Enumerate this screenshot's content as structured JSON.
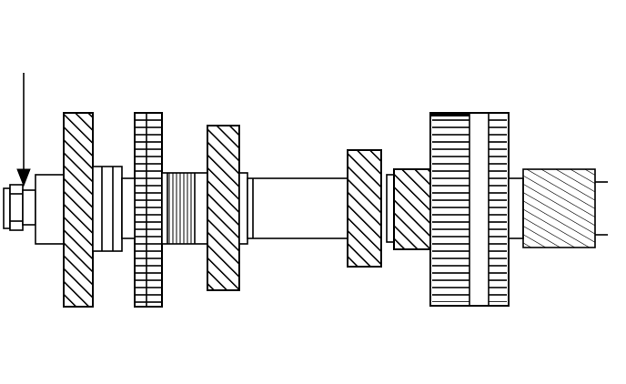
{
  "figure": {
    "kind": "line-drawing",
    "colors": {
      "background": "#ffffff",
      "ink": "#000000"
    },
    "components": [
      {
        "id": "end-nut",
        "hatch": "none"
      },
      {
        "id": "bearing-collar",
        "hatch": "none"
      },
      {
        "id": "gear-1",
        "hatch": "diagonal"
      },
      {
        "id": "sleeve-1",
        "hatch": "vertical"
      },
      {
        "id": "gear-2",
        "hatch": "horizontal"
      },
      {
        "id": "spacer",
        "hatch": "vertical"
      },
      {
        "id": "gear-3",
        "hatch": "diagonal"
      },
      {
        "id": "main-shaft",
        "hatch": "none"
      },
      {
        "id": "gear-4",
        "hatch": "diagonal"
      },
      {
        "id": "gear-5",
        "hatch": "diagonal"
      },
      {
        "id": "synchro-assembly",
        "hatch": "horizontal"
      },
      {
        "id": "output-spline",
        "hatch": "diagonal"
      }
    ],
    "pointer": {
      "id": "arrow",
      "target": "end-nut"
    }
  }
}
